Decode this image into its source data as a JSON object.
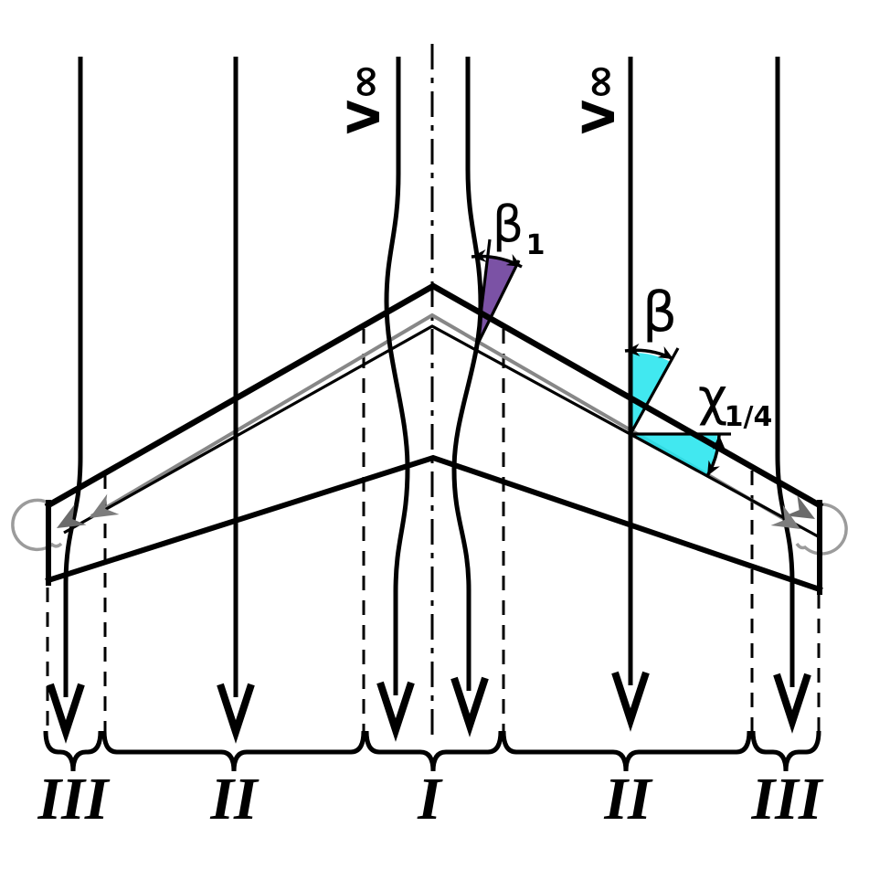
{
  "figure": {
    "type": "aerodynamics-diagram",
    "subject": "Swept wing planform: freestream flow, local sweep angles and span regions",
    "labels": {
      "freestream_left": "V∞",
      "freestream_right": "V∞",
      "beta1_main": "β",
      "beta1_sub": "1",
      "beta": "β",
      "chi_main": "χ",
      "chi_sub": "1/4"
    },
    "regions": [
      "III",
      "II",
      "I",
      "II",
      "III"
    ],
    "colors": {
      "line_black": "#000000",
      "cyan_angle_fill": "#27e5ee",
      "purple_angle_fill": "#7b52a5",
      "gray_line": "#878787",
      "gray_quarter_chord_arrow": "#7d7d7d",
      "gray_leading_edge_arrow": "#6b6b6b",
      "vortex_loop_gray": "#9b9b9b"
    }
  }
}
